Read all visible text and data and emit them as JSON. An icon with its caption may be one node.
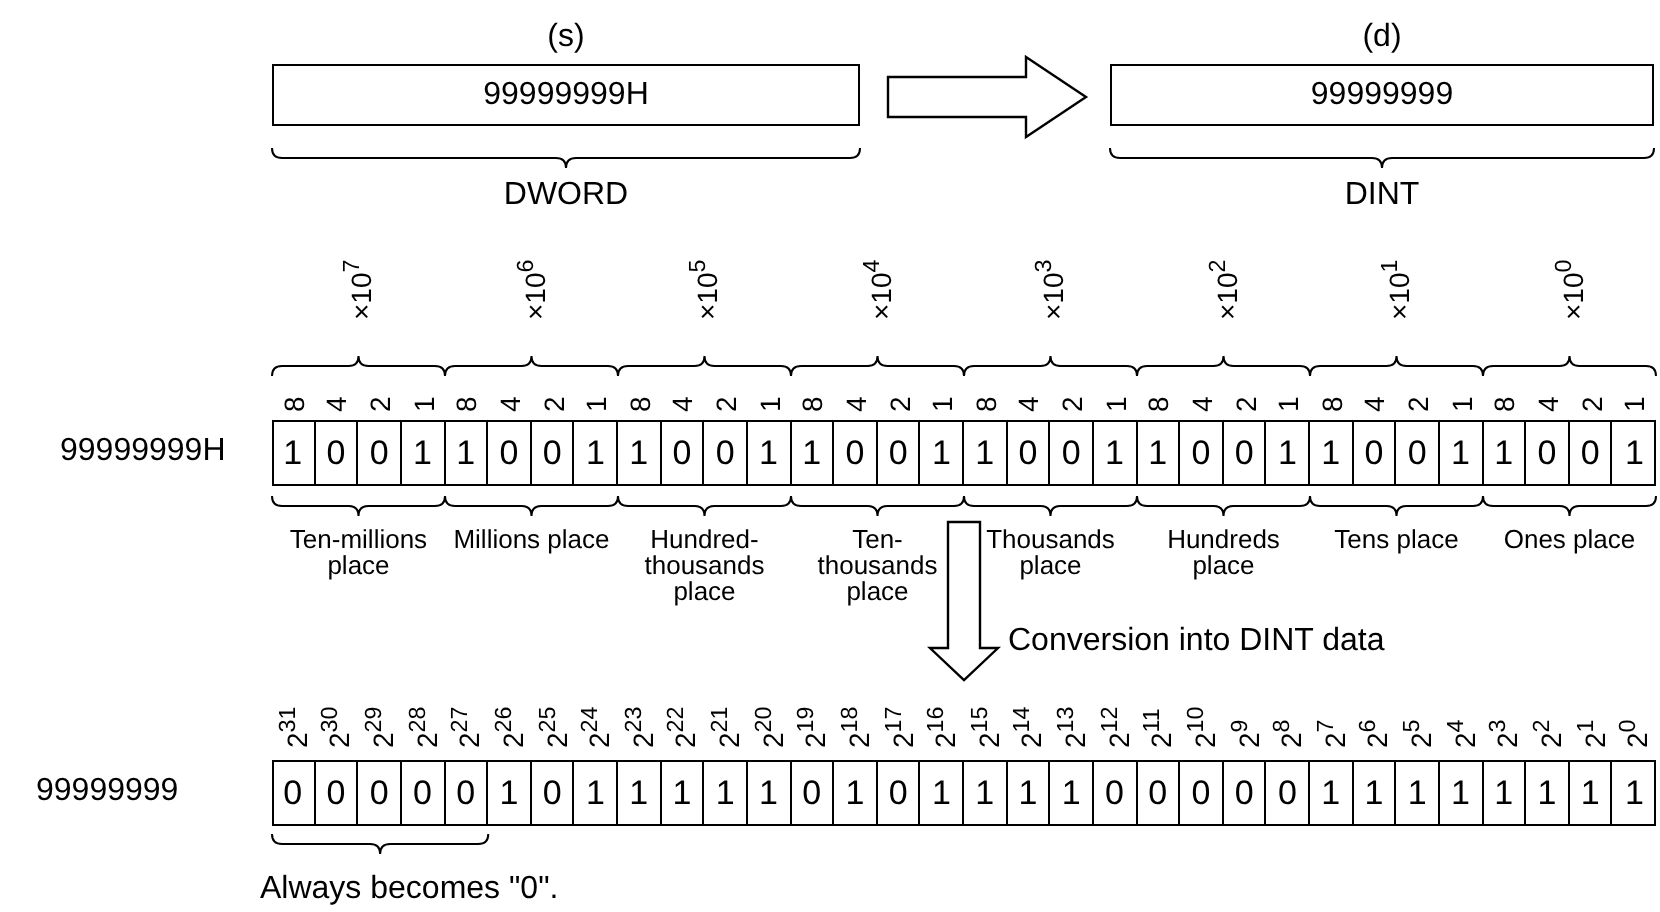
{
  "diagram": {
    "nodes": [
      {
        "text": [
          "(s)",
          "99999999H"
        ],
        "beside": [
          "DWORD"
        ]
      },
      {
        "text": [
          "(d)",
          "99999999"
        ],
        "beside": [
          "DINT"
        ]
      },
      {
        "text": [],
        "shape": "box",
        "beside": [
          "99999999H"
        ]
      },
      {
        "text": [
          "1"
        ],
        "in": 2
      },
      {
        "text": [
          "0"
        ],
        "in": 2
      },
      {
        "text": [
          "0"
        ],
        "in": 2
      },
      {
        "text": [
          "1"
        ],
        "in": 2
      },
      {
        "text": [
          "1"
        ],
        "in": 2
      },
      {
        "text": [
          "0"
        ],
        "in": 2
      },
      {
        "text": [
          "0"
        ],
        "in": 2
      },
      {
        "text": [
          "1"
        ],
        "in": 2
      },
      {
        "text": [
          "1"
        ],
        "in": 2
      },
      {
        "text": [
          "0"
        ],
        "in": 2
      },
      {
        "text": [
          "0"
        ],
        "in": 2
      },
      {
        "text": [
          "1"
        ],
        "in": 2
      },
      {
        "text": [
          "1"
        ],
        "in": 2
      },
      {
        "text": [
          "0"
        ],
        "in": 2
      },
      {
        "text": [
          "0"
        ],
        "in": 2
      },
      {
        "text": [
          "1"
        ],
        "in": 2
      },
      {
        "text": [
          "1"
        ],
        "in": 2
      },
      {
        "text": [
          "0"
        ],
        "in": 2
      },
      {
        "text": [
          "0"
        ],
        "in": 2
      },
      {
        "text": [
          "1"
        ],
        "in": 2
      },
      {
        "text": [
          "1"
        ],
        "in": 2
      },
      {
        "text": [
          "0"
        ],
        "in": 2
      },
      {
        "text": [
          "0"
        ],
        "in": 2
      },
      {
        "text": [
          "1"
        ],
        "in": 2
      },
      {
        "text": [
          "1"
        ],
        "in": 2
      },
      {
        "text": [
          "0"
        ],
        "in": 2
      },
      {
        "text": [
          "0"
        ],
        "in": 2
      },
      {
        "text": [
          "1"
        ],
        "in": 2
      },
      {
        "text": [
          "1"
        ],
        "in": 2
      },
      {
        "text": [
          "0"
        ],
        "in": 2
      },
      {
        "text": [
          "0"
        ],
        "in": 2
      },
      {
        "text": [
          "1"
        ],
        "in": 2
      },
      {
        "text": [],
        "shape": "box",
        "beside": [
          "99999999"
        ]
      },
      {
        "text": [
          "0"
        ],
        "in": 35
      },
      {
        "text": [
          "0"
        ],
        "in": 35
      },
      {
        "text": [
          "0"
        ],
        "in": 35
      },
      {
        "text": [
          "0"
        ],
        "in": 35
      },
      {
        "text": [
          "0"
        ],
        "in": 35
      },
      {
        "text": [
          "1"
        ],
        "in": 35
      },
      {
        "text": [
          "0"
        ],
        "in": 35
      },
      {
        "text": [
          "1"
        ],
        "in": 35
      },
      {
        "text": [
          "1"
        ],
        "in": 35
      },
      {
        "text": [
          "1"
        ],
        "in": 35
      },
      {
        "text": [
          "1"
        ],
        "in": 35
      },
      {
        "text": [
          "1"
        ],
        "in": 35
      },
      {
        "text": [
          "0"
        ],
        "in": 35
      },
      {
        "text": [
          "1"
        ],
        "in": 35
      },
      {
        "text": [
          "0"
        ],
        "in": 35
      },
      {
        "text": [
          "1"
        ],
        "in": 35
      },
      {
        "text": [
          "1"
        ],
        "in": 35
      },
      {
        "text": [
          "1"
        ],
        "in": 35
      },
      {
        "text": [
          "1"
        ],
        "in": 35
      },
      {
        "text": [
          "0"
        ],
        "in": 35
      },
      {
        "text": [
          "0"
        ],
        "in": 35
      },
      {
        "text": [
          "0"
        ],
        "in": 35
      },
      {
        "text": [
          "0"
        ],
        "in": 35
      },
      {
        "text": [
          "0"
        ],
        "in": 35
      },
      {
        "text": [
          "1"
        ],
        "in": 35
      },
      {
        "text": [
          "1"
        ],
        "in": 35
      },
      {
        "text": [
          "1"
        ],
        "in": 35
      },
      {
        "text": [
          "1"
        ],
        "in": 35
      },
      {
        "text": [
          "1"
        ],
        "in": 35
      },
      {
        "text": [
          "1"
        ],
        "in": 35
      },
      {
        "text": [
          "1"
        ],
        "in": 35
      },
      {
        "text": [
          "1"
        ],
        "in": 35
      }
    ],
    "edges": [
      {
        "from": 0,
        "to": 1,
        "arrow": "to"
      },
      {
        "from": 2,
        "to": 35,
        "arrow": "to",
        "label": "Conversion into DINT data"
      }
    ],
    "labels": [
      "×10$^{7}$",
      "×10$^{6}$",
      "×10$^{5}$",
      "×10$^{4}$",
      "×10$^{3}$",
      "×10$^{2}$",
      "×10$^{1}$",
      "×10$^{0}$",
      "8",
      "4",
      "2",
      "1",
      "8",
      "4",
      "2",
      "1",
      "8",
      "4",
      "2",
      "1",
      "8",
      "4",
      "2",
      "1",
      "8",
      "4",
      "2",
      "1",
      "8",
      "4",
      "2",
      "1",
      "8",
      "4",
      "2",
      "1",
      "8",
      "4",
      "2",
      "1",
      "Ten-millions place",
      "Millions place",
      "Hundred-thousands place",
      "Ten-thousands place",
      "Thousands place",
      "Hundreds place",
      "Tens place",
      "Ones place",
      "2$^{31}$",
      "2$^{30}$",
      "2$^{29}$",
      "2$^{28}$",
      "2$^{27}$",
      "2$^{26}$",
      "2$^{25}$",
      "2$^{24}$",
      "2$^{23}$",
      "2$^{22}$",
      "2$^{21}$",
      "2$^{20}$",
      "2$^{19}$",
      "2$^{18}$",
      "2$^{17}$",
      "2$^{16}$",
      "2$^{15}$",
      "2$^{14}$",
      "2$^{13}$",
      "2$^{12}$",
      "2$^{11}$",
      "2$^{10}$",
      "2$^{9}$",
      "2$^{8}$",
      "2$^{7}$",
      "2$^{6}$",
      "2$^{5}$",
      "2$^{4}$",
      "2$^{3}$",
      "2$^{2}$",
      "2$^{1}$",
      "2$^{0}$",
      "Always becomes \"0\"."
    ]
  }
}
